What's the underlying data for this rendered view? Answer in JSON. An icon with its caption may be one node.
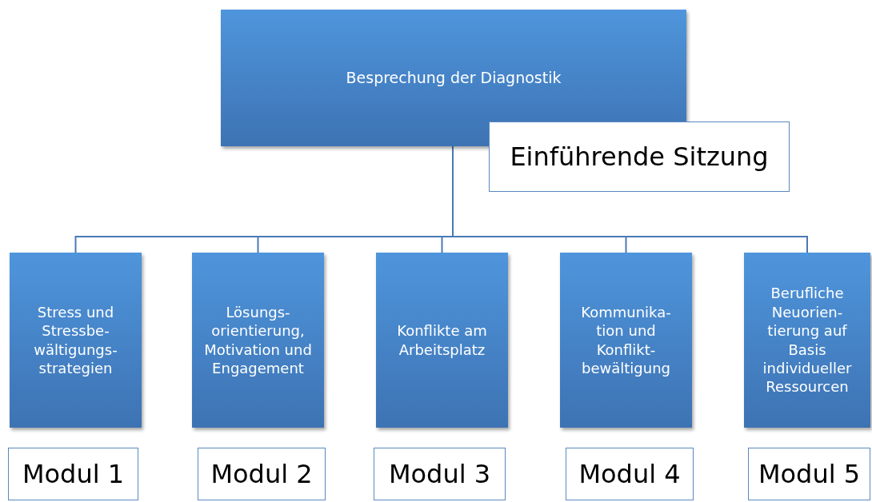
{
  "diagram": {
    "nodes": [
      {
        "text": [
          "Besprechung der Diagnostik"
        ]
      },
      {
        "text": [
          "Einführende Sitzung"
        ]
      },
      {
        "text": [
          "Stress und Stressbe- wältigungs- strategien"
        ]
      },
      {
        "text": [
          "Lösungs- orientierung, Motivation und Engagement"
        ]
      },
      {
        "text": [
          "Konflikte am Arbeitsplatz"
        ]
      },
      {
        "text": [
          "Kommunika- tion und Konflikt- bewältigung"
        ]
      },
      {
        "text": [
          "Berufliche Neuorien- tierung auf Basis individueller Ressourcen"
        ]
      },
      {
        "text": [
          "Modul 1"
        ]
      },
      {
        "text": [
          "Modul 2"
        ]
      },
      {
        "text": [
          "Modul 3"
        ]
      },
      {
        "text": [
          "Modul 4"
        ]
      },
      {
        "text": [
          "Modul 5"
        ]
      }
    ],
    "edges": [
      {
        "from": 0,
        "to": 2,
        "arrow": "none"
      },
      {
        "from": 0,
        "to": 3,
        "arrow": "none"
      },
      {
        "from": 0,
        "to": 4,
        "arrow": "none"
      },
      {
        "from": 0,
        "to": 5,
        "arrow": "none"
      },
      {
        "from": 0,
        "to": 6,
        "arrow": "none"
      }
    ]
  }
}
